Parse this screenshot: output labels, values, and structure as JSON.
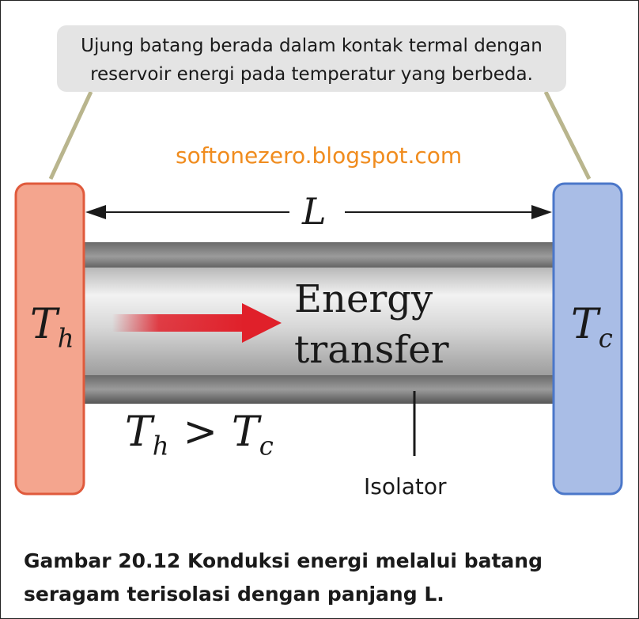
{
  "callout": {
    "line1": "Ujung batang berada dalam kontak termal dengan",
    "line2": "reservoir energi pada temperatur yang berbeda."
  },
  "watermark": "softonezero.blogspot.com",
  "length_label": "L",
  "hot_reservoir": {
    "symbol": "T",
    "subscript": "h",
    "color": "#f4a58e"
  },
  "cold_reservoir": {
    "symbol": "T",
    "subscript": "c",
    "color": "#a9bde6"
  },
  "relation": {
    "left": "T",
    "left_sub": "h",
    "operator": ">",
    "right": "T",
    "right_sub": "c"
  },
  "energy_label": {
    "line1": "Energy",
    "line2": "transfer"
  },
  "arrow_color": "#e0202a",
  "isolator_label": "Isolator",
  "caption": {
    "line1": "Gambar 20.12 Konduksi energi melalui batang",
    "line2": "seragam terisolasi dengan panjang L."
  }
}
